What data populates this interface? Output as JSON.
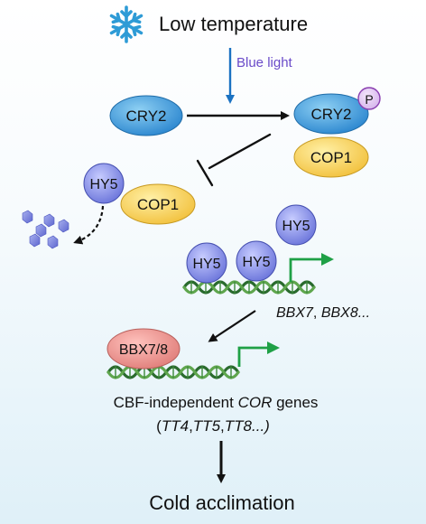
{
  "title": "Low temperature",
  "stimulus": "Blue light",
  "nodes": {
    "cry2_inactive": "CRY2",
    "cry2_active": "CRY2",
    "phospho": "P",
    "cop1_top": "COP1",
    "hy5_left": "HY5",
    "cop1_left": "COP1",
    "hy5_free": "HY5",
    "hy5_dna_a": "HY5",
    "hy5_dna_b": "HY5",
    "bbx": "BBX7/8"
  },
  "gene_text": {
    "bbx_a": "BBX7",
    "comma": ", ",
    "bbx_b": "BBX8...",
    "cor_line1_a": "CBF-independent ",
    "cor_line1_b": "COR",
    "cor_line1_c": " genes",
    "cor_line2_open": "(",
    "tt4": "TT4",
    "c1": ",",
    "tt5": "TT5",
    "c2": ",",
    "tt8": "TT8",
    "cor_line2_close": "...)"
  },
  "outcome": "Cold acclimation",
  "icons": {
    "snowflake": "snowflake-icon",
    "degraded": "degraded-fragments-icon"
  },
  "colors": {
    "cry2": "#3d95d6",
    "cop1": "#f6cd50",
    "hy5": "#6e78dc",
    "bbx": "#ea8a86",
    "phospho": "#c7a0e0",
    "blue_light": "#1b72c2",
    "promoter_arrow": "#1fa046",
    "dna": "#2a6b2e",
    "snow": "#2e9bd6"
  }
}
